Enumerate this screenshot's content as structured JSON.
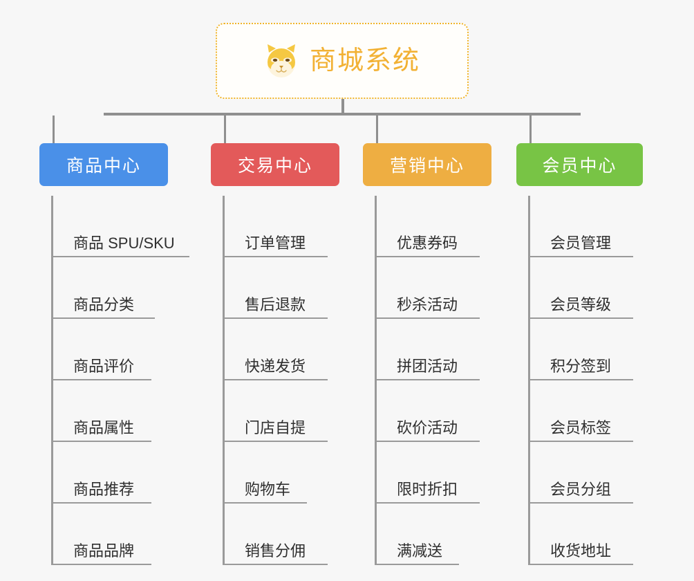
{
  "root": {
    "title": "商城系统",
    "icon": "shiba-inu-icon",
    "border_color": "#f0b429",
    "text_color": "#f2b134",
    "background": "#fffefb"
  },
  "canvas": {
    "background": "#f7f7f7",
    "connector_color": "#8f8f8f"
  },
  "branches": [
    {
      "label": "商品中心",
      "color": "#4a90e8",
      "items": [
        "商品 SPU/SKU",
        "商品分类",
        "商品评价",
        "商品属性",
        "商品推荐",
        "商品品牌"
      ]
    },
    {
      "label": "交易中心",
      "color": "#e35a5a",
      "items": [
        "订单管理",
        "售后退款",
        "快递发货",
        "门店自提",
        "购物车",
        "销售分佣"
      ]
    },
    {
      "label": "营销中心",
      "color": "#eeae42",
      "items": [
        "优惠券码",
        "秒杀活动",
        "拼团活动",
        "砍价活动",
        "限时折扣",
        "满减送"
      ]
    },
    {
      "label": "会员中心",
      "color": "#78c445",
      "items": [
        "会员管理",
        "会员等级",
        "积分签到",
        "会员标签",
        "会员分组",
        "收货地址"
      ]
    }
  ],
  "layout": {
    "branch_left": [
      57,
      305,
      525,
      747
    ],
    "branch_width": [
      186,
      186,
      186,
      183
    ],
    "spine_left": [
      74,
      322,
      542,
      764
    ],
    "leaf_rule_widths": [
      [
        200,
        150,
        145,
        145,
        145,
        145
      ],
      [
        152,
        152,
        152,
        152,
        122,
        152
      ],
      [
        152,
        152,
        152,
        152,
        152,
        122
      ],
      [
        152,
        152,
        152,
        152,
        152,
        152
      ]
    ]
  }
}
